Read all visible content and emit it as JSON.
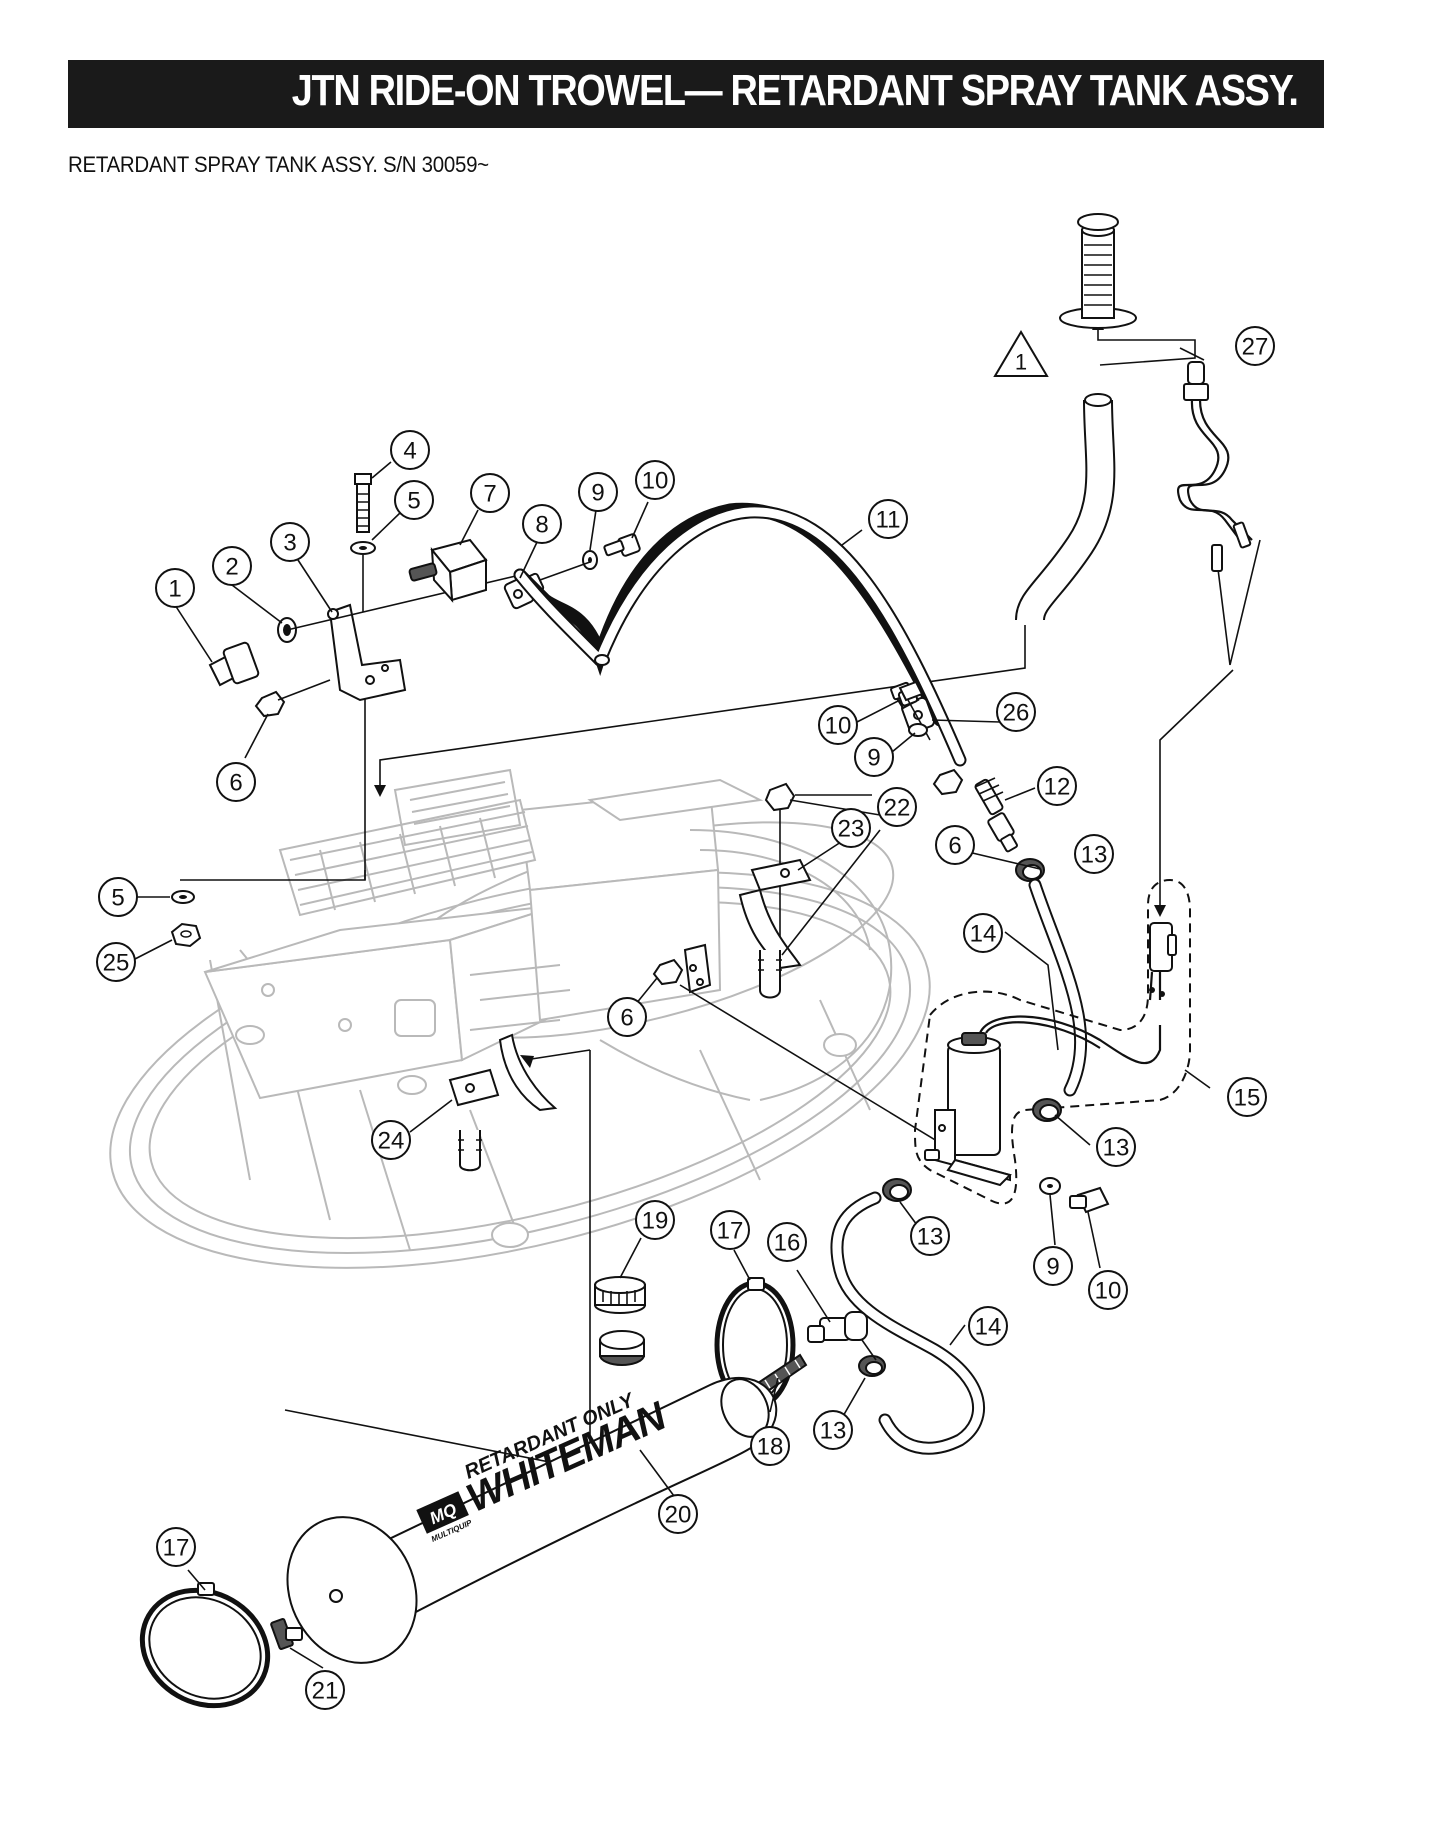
{
  "header": {
    "title": "JTN RIDE-ON TROWEL— RETARDANT SPRAY TANK ASSY.",
    "subtitle": "RETARDANT SPRAY TANK ASSY. S/N 30059~"
  },
  "note_symbol": "1",
  "tank_label": {
    "line1": "RETARDANT ONLY",
    "brand": "WHITEMAN",
    "badge": "MQ",
    "badge_sub": "MULTIQUIP"
  },
  "callouts": [
    {
      "id": "c1",
      "label": "1"
    },
    {
      "id": "c2",
      "label": "2"
    },
    {
      "id": "c3",
      "label": "3"
    },
    {
      "id": "c4",
      "label": "4"
    },
    {
      "id": "c5a",
      "label": "5"
    },
    {
      "id": "c7",
      "label": "7"
    },
    {
      "id": "c8",
      "label": "8"
    },
    {
      "id": "c9a",
      "label": "9"
    },
    {
      "id": "c10a",
      "label": "10"
    },
    {
      "id": "c11",
      "label": "11"
    },
    {
      "id": "c6a",
      "label": "6"
    },
    {
      "id": "c10b",
      "label": "10"
    },
    {
      "id": "c26",
      "label": "26"
    },
    {
      "id": "c9b",
      "label": "9"
    },
    {
      "id": "c12",
      "label": "12"
    },
    {
      "id": "c22",
      "label": "22"
    },
    {
      "id": "c23",
      "label": "23"
    },
    {
      "id": "c6b",
      "label": "6"
    },
    {
      "id": "c13a",
      "label": "13"
    },
    {
      "id": "c27",
      "label": "27"
    },
    {
      "id": "c5b",
      "label": "5"
    },
    {
      "id": "c25",
      "label": "25"
    },
    {
      "id": "c14a",
      "label": "14"
    },
    {
      "id": "c6c",
      "label": "6"
    },
    {
      "id": "c15",
      "label": "15"
    },
    {
      "id": "c24",
      "label": "24"
    },
    {
      "id": "c13b",
      "label": "13"
    },
    {
      "id": "c19",
      "label": "19"
    },
    {
      "id": "c17a",
      "label": "17"
    },
    {
      "id": "c16",
      "label": "16"
    },
    {
      "id": "c13c",
      "label": "13"
    },
    {
      "id": "c9c",
      "label": "9"
    },
    {
      "id": "c10c",
      "label": "10"
    },
    {
      "id": "c14b",
      "label": "14"
    },
    {
      "id": "c18",
      "label": "18"
    },
    {
      "id": "c13d",
      "label": "13"
    },
    {
      "id": "c20",
      "label": "20"
    },
    {
      "id": "c17b",
      "label": "17"
    },
    {
      "id": "c21",
      "label": "21"
    }
  ]
}
